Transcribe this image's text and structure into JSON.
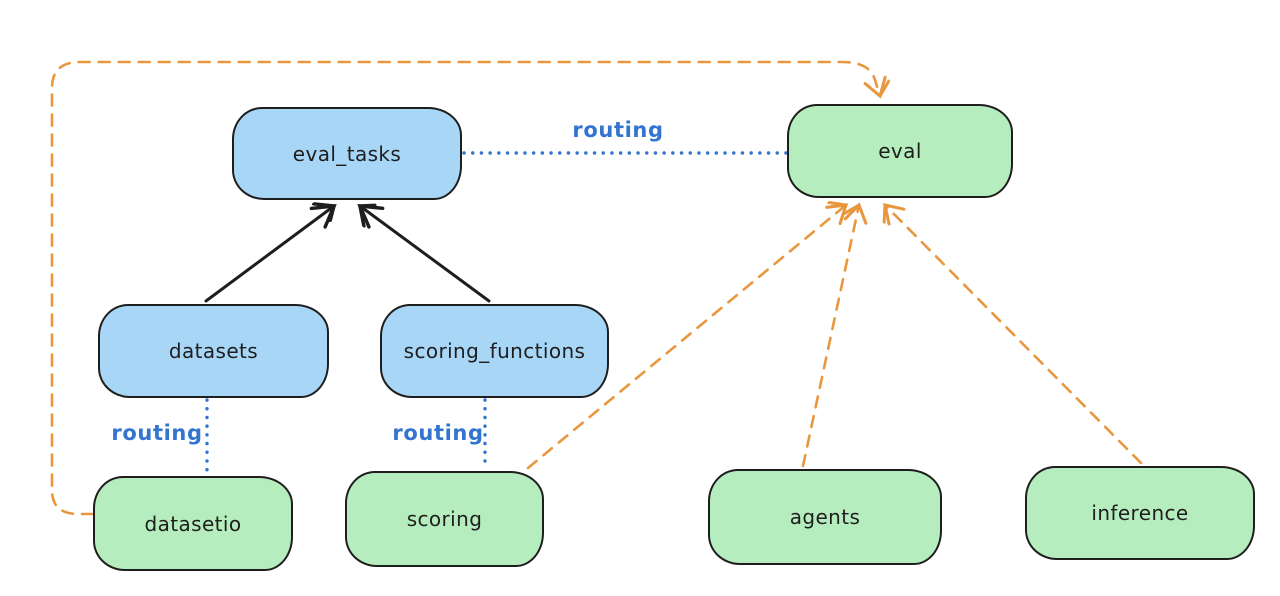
{
  "diagram": {
    "nodes": {
      "eval_tasks": {
        "label": "eval_tasks",
        "fill": "#a8d6f7"
      },
      "eval": {
        "label": "eval",
        "fill": "#b6edbf"
      },
      "datasets": {
        "label": "datasets",
        "fill": "#a8d6f7"
      },
      "scoring_functions": {
        "label": "scoring_functions",
        "fill": "#a8d6f7"
      },
      "datasetio": {
        "label": "datasetio",
        "fill": "#b6edbf"
      },
      "scoring": {
        "label": "scoring",
        "fill": "#b6edbf"
      },
      "agents": {
        "label": "agents",
        "fill": "#b6edbf"
      },
      "inference": {
        "label": "inference",
        "fill": "#b6edbf"
      }
    },
    "edges": [
      {
        "from": "datasets",
        "to": "eval_tasks",
        "style": "solid-arrow",
        "color": "#1e1e1e",
        "label": ""
      },
      {
        "from": "scoring_functions",
        "to": "eval_tasks",
        "style": "solid-arrow",
        "color": "#1e1e1e",
        "label": ""
      },
      {
        "from": "eval_tasks",
        "to": "eval",
        "style": "dotted",
        "color": "#3274cf",
        "label": "routing"
      },
      {
        "from": "datasets",
        "to": "datasetio",
        "style": "dotted",
        "color": "#3274cf",
        "label": "routing"
      },
      {
        "from": "scoring_functions",
        "to": "scoring",
        "style": "dotted",
        "color": "#3274cf",
        "label": "routing"
      },
      {
        "from": "datasetio",
        "to": "eval",
        "style": "dashed-arrow",
        "color": "#e9973f",
        "label": ""
      },
      {
        "from": "scoring",
        "to": "eval",
        "style": "dashed-arrow",
        "color": "#e9973f",
        "label": ""
      },
      {
        "from": "agents",
        "to": "eval",
        "style": "dashed-arrow",
        "color": "#e9973f",
        "label": ""
      },
      {
        "from": "inference",
        "to": "eval",
        "style": "dashed-arrow",
        "color": "#e9973f",
        "label": ""
      }
    ],
    "colors": {
      "resource_fill": "#a8d6f7",
      "provider_fill": "#b6edbf",
      "node_stroke": "#1e1e1e",
      "routing_blue": "#3274cf",
      "dependency_orange": "#e9973f",
      "background": "#ffffff"
    }
  }
}
